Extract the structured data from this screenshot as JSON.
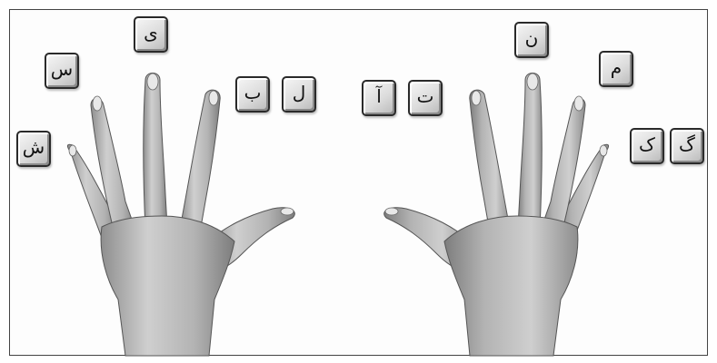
{
  "keys": {
    "left": {
      "shin": "ش",
      "sin": "س",
      "ye": "ی",
      "lam": "ل",
      "be": "ب"
    },
    "right": {
      "alef": "آ",
      "te": "ت",
      "nun": "ن",
      "mim": "م",
      "kaf": "ک",
      "gaf": "گ"
    }
  },
  "colors": {
    "skin": "#b9b9b9",
    "skin_shadow": "#7a7a7a",
    "key_face": "#e2e2e2",
    "key_border": "#2a2a2a"
  }
}
